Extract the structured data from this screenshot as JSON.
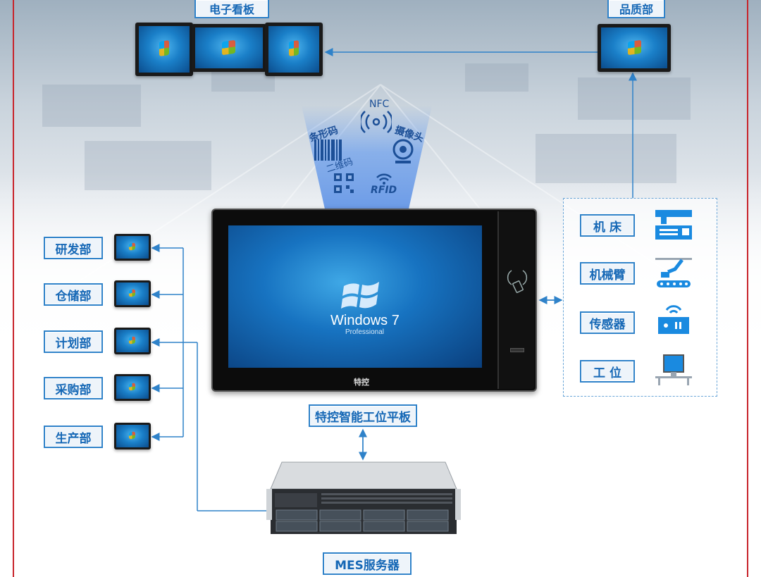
{
  "top_labels": {
    "digital_signage": "电子看板",
    "quality_dept": "品质部"
  },
  "departments": [
    {
      "label": "研发部"
    },
    {
      "label": "仓储部"
    },
    {
      "label": "计划部"
    },
    {
      "label": "采购部"
    },
    {
      "label": "生产部"
    }
  ],
  "devices": [
    {
      "label": "机 床",
      "icon": "machine-tool-icon"
    },
    {
      "label": "机械臂",
      "icon": "robot-arm-icon"
    },
    {
      "label": "传感器",
      "icon": "sensor-icon"
    },
    {
      "label": "工 位",
      "icon": "workstation-icon"
    }
  ],
  "center_panel": {
    "label": "特控智能工位平板",
    "os_name": "Windows 7",
    "os_edition": "Professional",
    "brand": "特控"
  },
  "server": {
    "label": "MES服务器"
  },
  "input_methods": {
    "nfc": "NFC",
    "barcode": "条形码",
    "camera": "摄像头",
    "qrcode": "二维码",
    "rfid": "RFID"
  },
  "colors": {
    "accent": "#1668b6",
    "border": "#2f82c9",
    "frame": "#c8242b"
  }
}
